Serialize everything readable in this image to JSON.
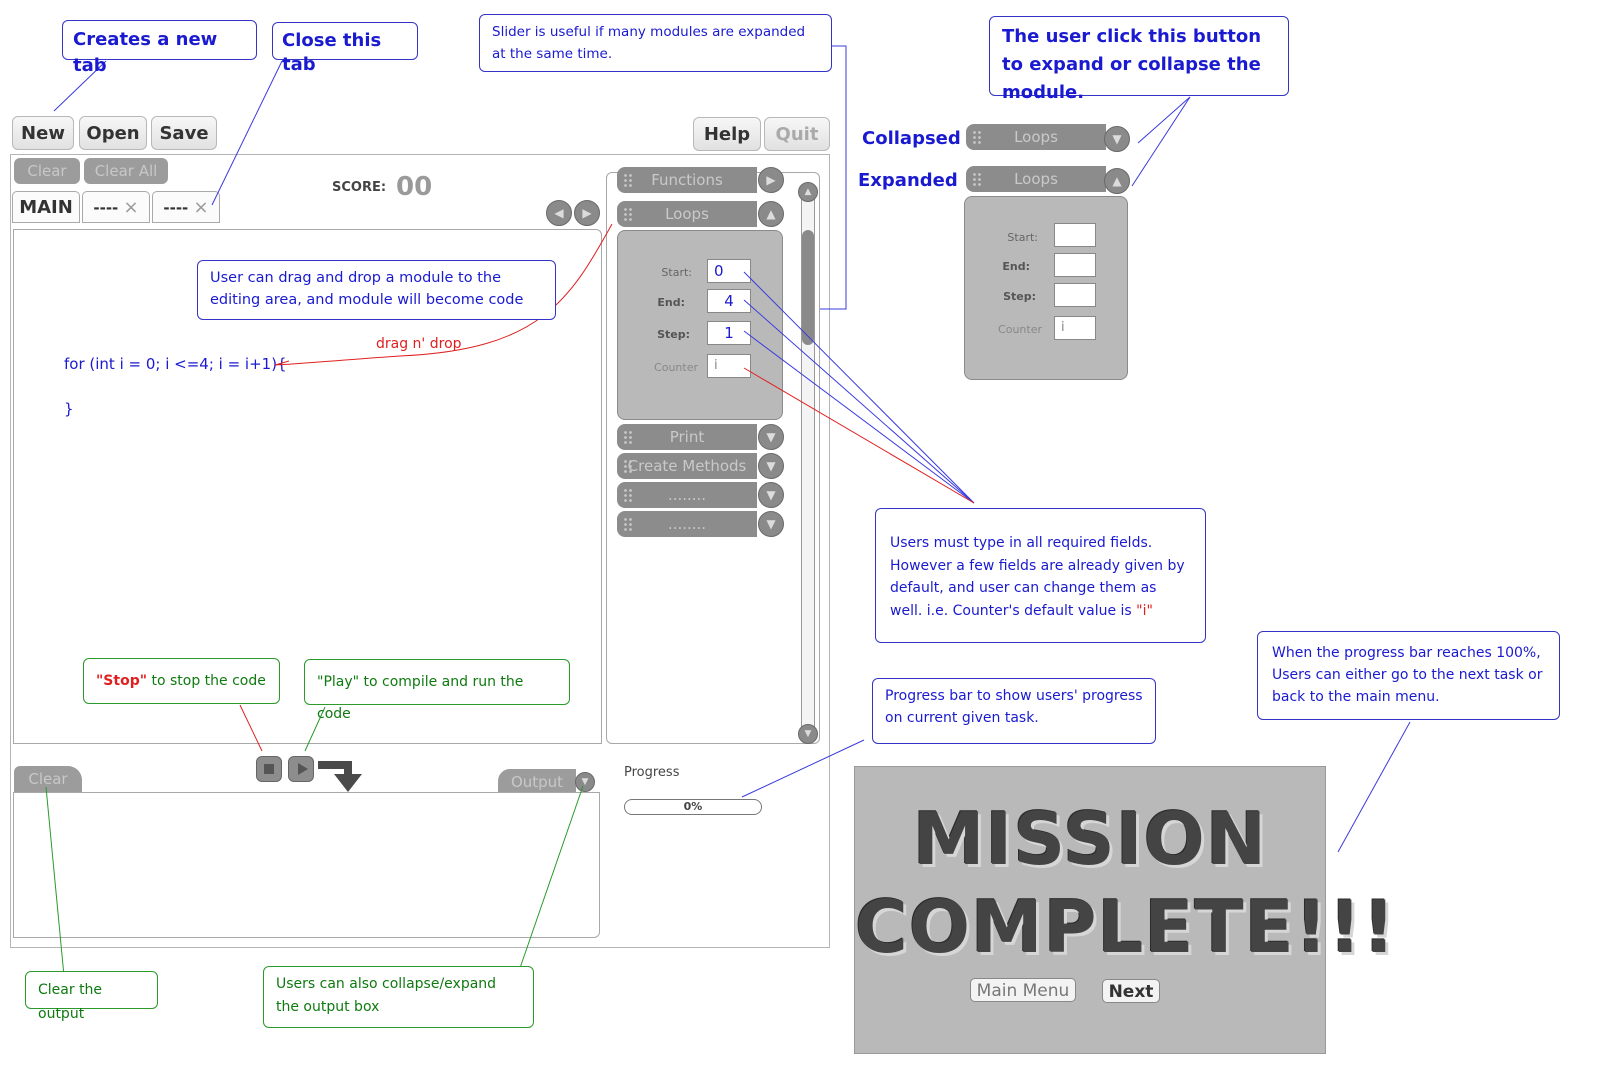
{
  "toolbar": {
    "new_label": "New",
    "open_label": "Open",
    "save_label": "Save",
    "help_label": "Help",
    "quit_label": "Quit"
  },
  "editor": {
    "clear_label": "Clear",
    "clear_all_label": "Clear All",
    "score_label": "SCORE:",
    "score_value": "00",
    "tabs": [
      {
        "label": "MAIN"
      },
      {
        "label": "----",
        "close": "×"
      },
      {
        "label": "----",
        "close": "×"
      }
    ],
    "code_line1": "for (int i = 0; i <=4; i = i+1){",
    "code_line2": "}"
  },
  "modules": {
    "items": [
      {
        "label": "Functions"
      },
      {
        "label": "Loops"
      },
      {
        "label": "Print"
      },
      {
        "label": "Create Methods"
      },
      {
        "label": "........"
      },
      {
        "label": "........"
      }
    ],
    "loops_form": {
      "start_label": "Start:",
      "start_value": "0",
      "end_label": "End:",
      "end_value": "4",
      "step_label": "Step:",
      "step_value": "1",
      "counter_label": "Counter",
      "counter_value": "i"
    }
  },
  "output": {
    "clear_label": "Clear",
    "output_label": "Output"
  },
  "progress": {
    "label": "Progress",
    "value_text": "0%",
    "fraction": 0
  },
  "side_example": {
    "collapsed_label": "Collapsed",
    "expanded_label": "Expanded",
    "loops_label": "Loops",
    "start_label": "Start:",
    "end_label": "End:",
    "step_label": "Step:",
    "counter_label": "Counter",
    "counter_value": "i"
  },
  "mission": {
    "line1": "MISSION",
    "line2": "COMPLETE!!!",
    "main_menu_label": "Main Menu",
    "next_label": "Next"
  },
  "annotations": {
    "new_tab": "Creates a new tab",
    "close_tab": "Close this tab",
    "slider": "Slider is useful if many modules are expanded at the same time.",
    "expand_collapse": "The user click this button to expand or collapse the module.",
    "drag_drop": "User can drag and drop a module to the editing area, and module will become code",
    "drag_label": "drag n' drop",
    "required_fields_1": "Users must type in all required fields. However a few fields are already given by default, and user can change them as well. i.e. Counter's default value is ",
    "required_fields_2": "\"i\"",
    "stop_1": "\"Stop\"",
    "stop_2": " to stop the code",
    "play": "\"Play\" to compile and run the code",
    "progress_bar": "Progress bar to show users' progress on current given task.",
    "progress_100": "When the progress bar reaches 100%, Users can either go to the next task or back to the main menu.",
    "clear_output": "Clear the output",
    "collapse_output": "Users can also collapse/expand the output box"
  },
  "colors": {
    "annotation_blue": "#1a1ad0",
    "annotation_green": "#0f7a0f",
    "annotation_red": "#e02020",
    "module_gray": "#8c8c8c"
  }
}
